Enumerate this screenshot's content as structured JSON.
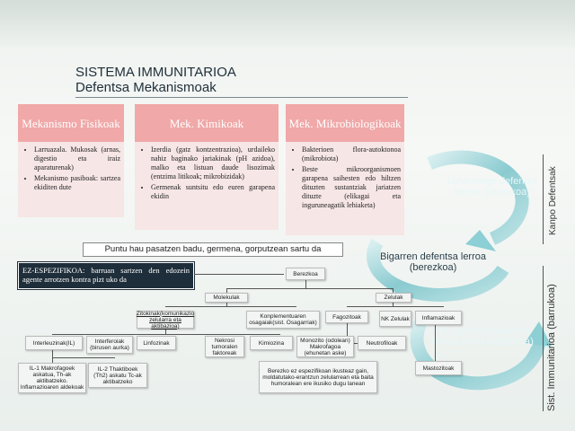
{
  "title": {
    "line1": "SISTEMA IMMUNITARIOA",
    "line2": "Defentsa Mekanismoak"
  },
  "columns": [
    {
      "header": "Mekanismo Fisikoak",
      "items": [
        "Larruazala. Mukosak (arnas, digestio eta iraiz aparaturenak)",
        "Mekanismo pasiboak: sartzea ekiditen dute"
      ]
    },
    {
      "header": "Mek. Kimikoak",
      "items": [
        "Izerdia (gatz kontzentrazioa), urdaileko nahiz baginako jariakinak (pH azidoa), malko eta listuan daude lisozimak (entzima litikoak; mikrobizidak)",
        "Germenak suntsitu edo euren garapena ekidin"
      ]
    },
    {
      "header": "Mek. Mikrobiologikoak",
      "items": [
        "Bakterioen flora-autoktonoa (mikrobiota)",
        "Beste mikroorganismoen garapena saihesten edo hiltzen dituzten sustantziak jariatzen dituzte (elikagai eta inguruneagatik lehiaketa)"
      ]
    }
  ],
  "side_labels": {
    "kanpo": "Kanpo Defentsak",
    "sist": "Sist. Immunitarioa (barrukoa)"
  },
  "info_bar": "Puntu hau pasatzen badu, germena, gorputzean sartu da",
  "ez_box": "EZ-ESPEZIFIKOA: barruan sartzen den edozein agente arrotzen kontra pizt uko da",
  "rings": {
    "first": "Lehenengo defentsa lerroa (berezkoa)",
    "second": "Bigarren defentsa lerroa (berezkoa)",
    "third": "Hirugarren defentsa lerroa (moldatutakoa)"
  },
  "tree": {
    "berezkoa": "Berezkoa",
    "molekulak": "Molekulak",
    "zelulak": "Zelulak",
    "zitokinak": "Zitokinak(komunikazio zelularra eta aktibazioa)",
    "komplementua": "Konplementuaren osagaiak(sist. Osagarriak)",
    "fagozitoak": "Fagozitoak",
    "nk": "NK Zelulak",
    "inflamazioak": "Inflamazioak",
    "interleuzinak": "Interleuzinak(IL)",
    "interferoiak": "Interferoiak (birusen aurka)",
    "linfozinak": "Linfozinak",
    "nekrosi": "Nekrosi tumoralen faktoreak",
    "kimiozina": "Kimiozina",
    "monozito": "Monozito (odolean) Makrofagoa (ehunetan aske)",
    "neutrofiloak": "Neutrofiloak",
    "mastozitoak": "Mastozitoak",
    "il1": "IL-1 Makrofagoek askatua, Th-ak aktibatzeko. Inflamazioaren aldekoak",
    "il2": "IL-2 Thaktiboek (Th2) askatu Tc-ak aktibatzeko",
    "berezko_note": "Berezko ez espezifikoan ikusteaz gain, moldatutako-erantzun zelularrean eta baita humoralean ere ikusiko dugu lanean"
  }
}
